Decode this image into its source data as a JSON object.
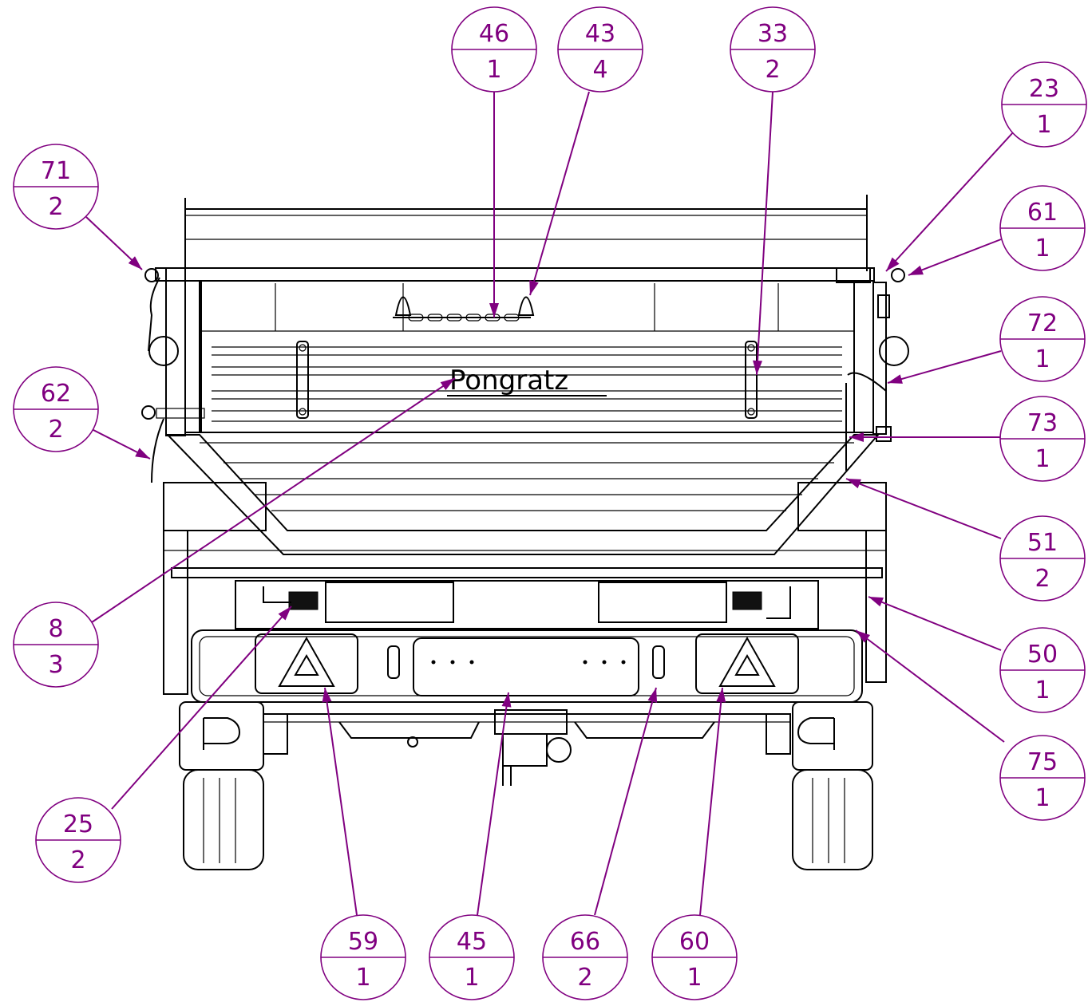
{
  "drawing": {
    "logo_text": "Pongratz",
    "accent_color": "#800080",
    "balloons": [
      {
        "item": "46",
        "qty": "1"
      },
      {
        "item": "43",
        "qty": "4"
      },
      {
        "item": "33",
        "qty": "2"
      },
      {
        "item": "23",
        "qty": "1"
      },
      {
        "item": "71",
        "qty": "2"
      },
      {
        "item": "61",
        "qty": "1"
      },
      {
        "item": "72",
        "qty": "1"
      },
      {
        "item": "62",
        "qty": "2"
      },
      {
        "item": "73",
        "qty": "1"
      },
      {
        "item": "51",
        "qty": "2"
      },
      {
        "item": "8",
        "qty": "3"
      },
      {
        "item": "50",
        "qty": "1"
      },
      {
        "item": "75",
        "qty": "1"
      },
      {
        "item": "25",
        "qty": "2"
      },
      {
        "item": "59",
        "qty": "1"
      },
      {
        "item": "45",
        "qty": "1"
      },
      {
        "item": "66",
        "qty": "2"
      },
      {
        "item": "60",
        "qty": "1"
      }
    ]
  }
}
